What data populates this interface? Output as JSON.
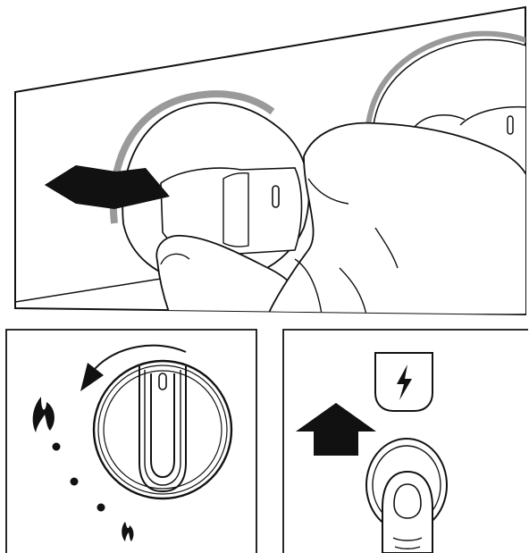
{
  "figure": {
    "steps": [
      {
        "name": "push-knob-inward",
        "arrow_direction": "left"
      },
      {
        "name": "turn-knob-counterclockwise",
        "arrow_direction": "counterclockwise",
        "flame_levels": [
          "high",
          "low"
        ]
      },
      {
        "name": "press-ignition-button",
        "arrow_direction": "up",
        "button_icon": "lightning-bolt-icon"
      }
    ]
  },
  "colors": {
    "ink": "#111111",
    "gray_rim": "#9a9a9a",
    "background": "#ffffff"
  }
}
